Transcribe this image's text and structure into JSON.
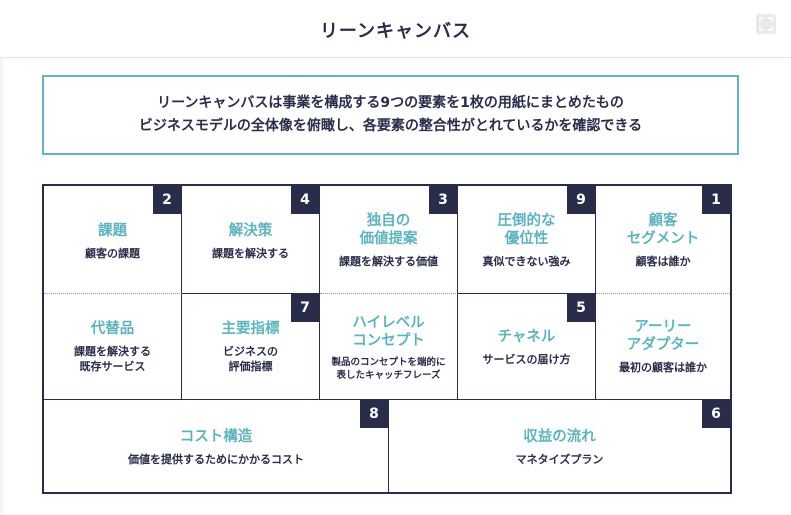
{
  "header": {
    "title": "リーンキャンバス"
  },
  "summary": {
    "line1": "リーンキャンバスは事業を構成する9つの要素を1枚の用紙にまとめたもの",
    "line2": "ビジネスモデルの全体像を俯瞰し、各要素の整合性がとれているかを確認できる"
  },
  "cells": {
    "problem": {
      "num": "2",
      "title": "課題",
      "desc": "顧客の課題"
    },
    "solution": {
      "num": "4",
      "title": "解決策",
      "desc": "課題を解決する"
    },
    "uvp": {
      "num": "3",
      "title": "独自の\n価値提案",
      "desc": "課題を解決する価値"
    },
    "advantage": {
      "num": "9",
      "title": "圧倒的な\n優位性",
      "desc": "真似できない強み"
    },
    "segment": {
      "num": "1",
      "title": "顧客\nセグメント",
      "desc": "顧客は誰か"
    },
    "alternatives": {
      "title": "代替品",
      "desc": "課題を解決する\n既存サービス"
    },
    "metrics": {
      "num": "7",
      "title": "主要指標",
      "desc": "ビジネスの\n評価指標"
    },
    "concept": {
      "title": "ハイレベル\nコンセプト",
      "desc": "製品のコンセプトを端的に\n表したキャッチフレーズ"
    },
    "channels": {
      "num": "5",
      "title": "チャネル",
      "desc": "サービスの届け方"
    },
    "adopters": {
      "title": "アーリー\nアダプター",
      "desc": "最初の顧客は誰か"
    },
    "cost": {
      "num": "8",
      "title": "コスト構造",
      "desc": "価値を提供するためにかかるコスト"
    },
    "revenue": {
      "num": "6",
      "title": "収益の流れ",
      "desc": "マネタイズプラン"
    }
  }
}
